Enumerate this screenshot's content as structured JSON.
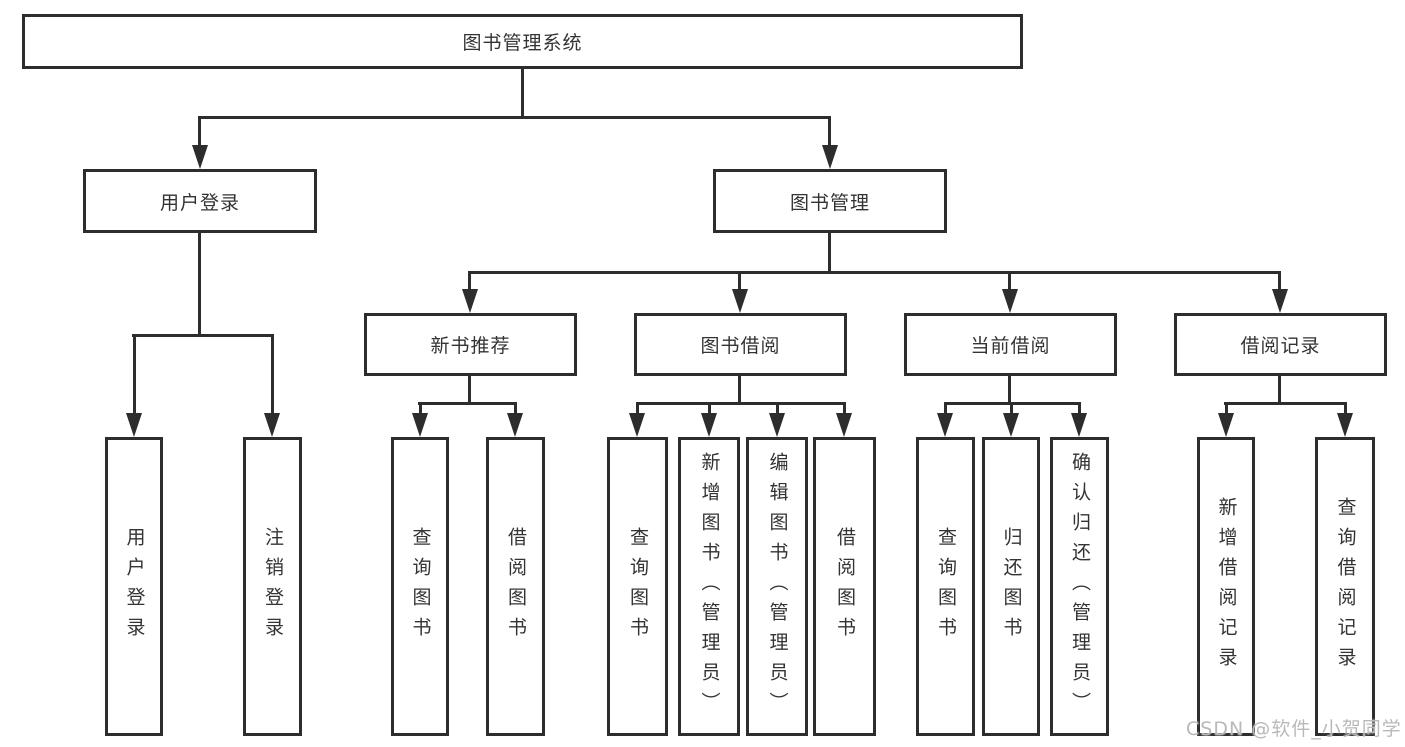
{
  "diagram": {
    "type": "hierarchy-tree",
    "title": "图书管理系统",
    "colors": {
      "line": "#2d2d2d",
      "border": "#2d2d2d",
      "text": "#333333",
      "background": "#ffffff",
      "watermark": "#b9b9b9"
    },
    "watermark": "CSDN @软件_小贺同学",
    "nodes": {
      "root": {
        "label": "图书管理系统"
      },
      "user_login": {
        "label": "用户登录"
      },
      "book_mgmt": {
        "label": "图书管理"
      },
      "new_book_rec": {
        "label": "新书推荐"
      },
      "book_borrow": {
        "label": "图书借阅"
      },
      "current_borrow": {
        "label": "当前借阅"
      },
      "borrow_records": {
        "label": "借阅记录"
      },
      "ul_login": {
        "label": "用户登录"
      },
      "ul_logout": {
        "label": "注销登录"
      },
      "nbr_query": {
        "label": "查询图书"
      },
      "nbr_borrow": {
        "label": "借阅图书"
      },
      "bb_query": {
        "label": "查询图书"
      },
      "bb_add": {
        "label": "新增图书（管理员）"
      },
      "bb_edit": {
        "label": "编辑图书（管理员）"
      },
      "bb_borrow": {
        "label": "借阅图书"
      },
      "cb_query": {
        "label": "查询图书"
      },
      "cb_return": {
        "label": "归还图书"
      },
      "cb_confirm": {
        "label": "确认归还（管理员）"
      },
      "br_add": {
        "label": "新增借阅记录"
      },
      "br_query": {
        "label": "查询借阅记录"
      }
    },
    "tree": {
      "root": [
        "user_login",
        "book_mgmt"
      ],
      "user_login": [
        "ul_login",
        "ul_logout"
      ],
      "book_mgmt": [
        "new_book_rec",
        "book_borrow",
        "current_borrow",
        "borrow_records"
      ],
      "new_book_rec": [
        "nbr_query",
        "nbr_borrow"
      ],
      "book_borrow": [
        "bb_query",
        "bb_add",
        "bb_edit",
        "bb_borrow"
      ],
      "current_borrow": [
        "cb_query",
        "cb_return",
        "cb_confirm"
      ],
      "borrow_records": [
        "br_add",
        "br_query"
      ]
    }
  }
}
